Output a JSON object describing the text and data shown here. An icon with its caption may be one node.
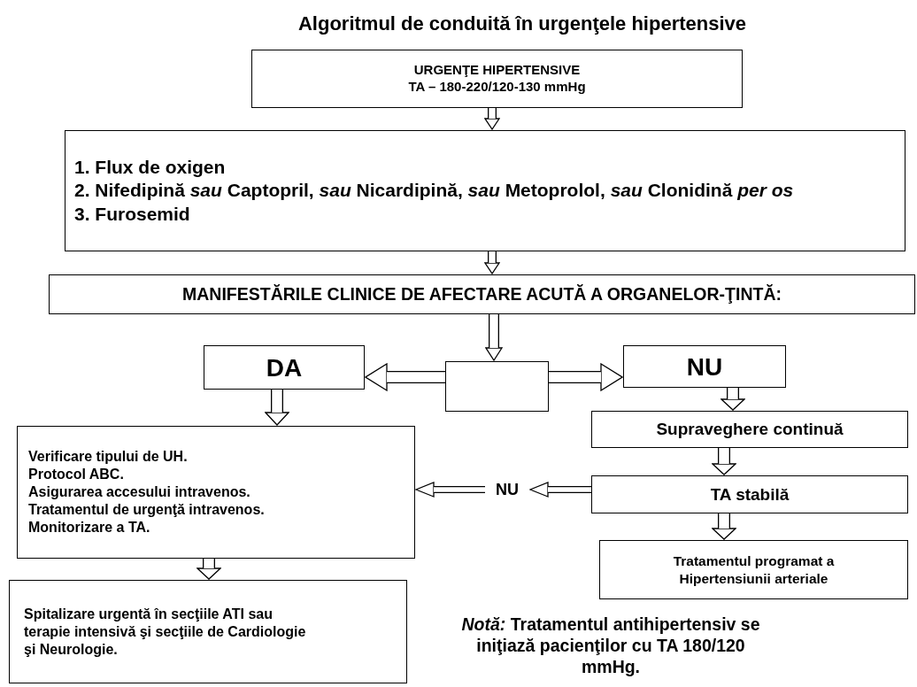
{
  "diagram": {
    "title": "Algoritmul de conduită în urgenţele hipertensive",
    "nodes": [
      {
        "text": [
          "URGENŢE HIPERTENSIVE",
          "TA – 180-220/120-130 mmHg"
        ]
      },
      {
        "text": [
          "1. Flux de oxigen",
          "2. Nifedipină *sau* Captopril, *sau* Nicardipină, *sau* Metoprolol, *sau* Clonidină *per os*",
          "3. Furosemid"
        ]
      },
      {
        "text": [
          "MANIFESTĂRILE CLINICE DE AFECTARE ACUTĂ A ORGANELOR-ŢINTĂ:"
        ]
      },
      {
        "text": [
          "DA"
        ]
      },
      {
        "text": [],
        "shape": "box"
      },
      {
        "text": [
          "NU"
        ]
      },
      {
        "text": [
          "Verificare tipului de UH.",
          "Protocol ABC.",
          "Asigurarea accesului intravenos.",
          "Tratamentul de urgenţă intravenos.",
          "Monitorizare a TA."
        ]
      },
      {
        "text": [
          "Supraveghere continuă"
        ]
      },
      {
        "text": [
          "NU"
        ]
      },
      {
        "text": [
          "TA stabilă"
        ]
      },
      {
        "text": [
          "Tratamentul programat a Hipertensiunii arteriale"
        ]
      },
      {
        "text": [
          "Spitalizare urgentă în secţiile ATI sau terapie intensivă şi secţiile de Cardiologie şi Neurologie."
        ]
      }
    ],
    "edges": [
      {
        "from": 0,
        "to": 1,
        "arrow": "to"
      },
      {
        "from": 1,
        "to": 2,
        "arrow": "to"
      },
      {
        "from": 2,
        "to": 4,
        "arrow": "to"
      },
      {
        "from": 4,
        "to": 3,
        "arrow": "to"
      },
      {
        "from": 4,
        "to": 5,
        "arrow": "to"
      },
      {
        "from": 3,
        "to": 6,
        "arrow": "to"
      },
      {
        "from": 5,
        "to": 7,
        "arrow": "to"
      },
      {
        "from": 7,
        "to": 9,
        "arrow": "to"
      },
      {
        "from": 9,
        "to": 8,
        "arrow": "to"
      },
      {
        "from": 8,
        "to": 6,
        "arrow": "to"
      },
      {
        "from": 9,
        "to": 10,
        "arrow": "to"
      },
      {
        "from": 6,
        "to": 11,
        "arrow": "to"
      }
    ],
    "labels": [
      "*Notă:* Tratamentul antihipertensiv se iniţiază pacienţilor cu TA 180/120 mmHg."
    ]
  }
}
